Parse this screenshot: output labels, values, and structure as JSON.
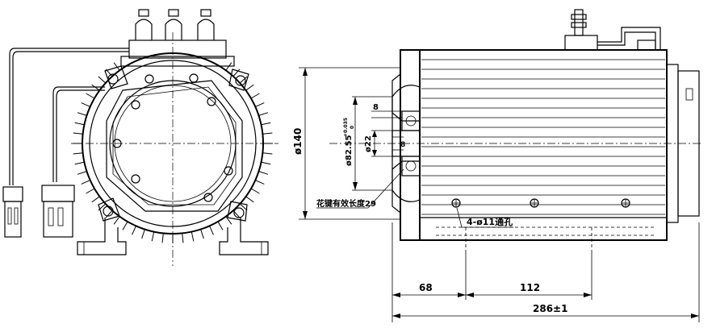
{
  "dimensions": {
    "overall_length": "286±1",
    "mount_offset": "68",
    "mount_spacing": "112",
    "body_diameter": "ø140",
    "key_width_top": "8",
    "key_width_mid": "8",
    "shaft_diameter": "ø22",
    "spline_diameter": "ø82.55",
    "spline_tolerance_upper": "+0.035",
    "spline_tolerance_lower": "0"
  },
  "notes": {
    "mount_holes": "4-ø11通孔",
    "spline_length": "花键有效长度29"
  }
}
